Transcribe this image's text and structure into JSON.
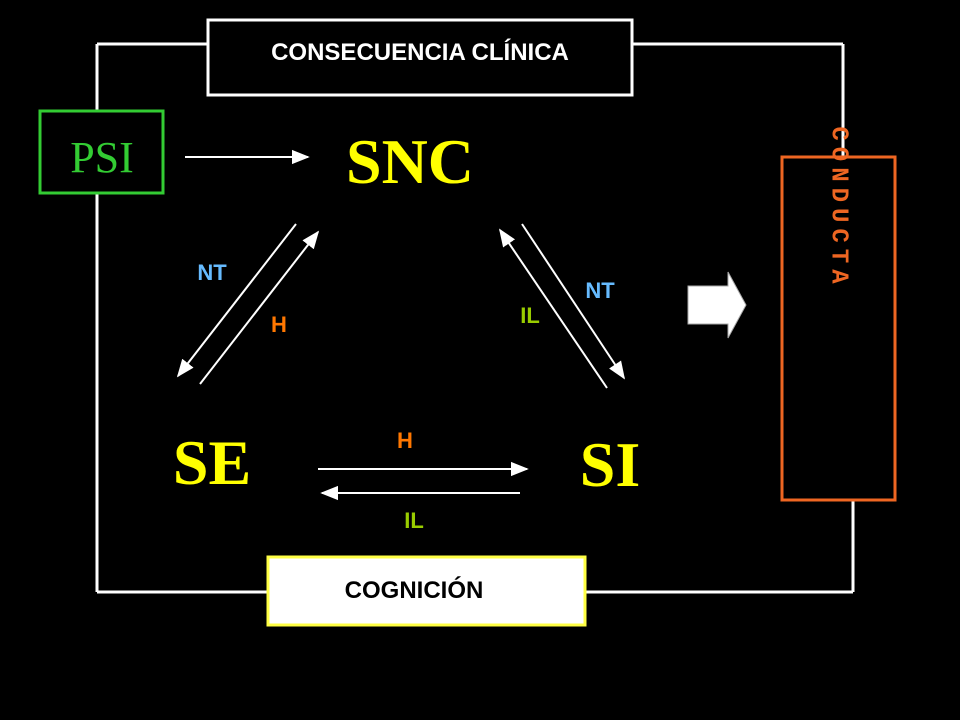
{
  "boxes": {
    "top": "CONSECUENCIA CLÍNICA",
    "bottom": "COGNICIÓN",
    "psi": "PSI",
    "conducta": "CONDUCTA"
  },
  "nodes": {
    "snc": "SNC",
    "se": "SE",
    "si": "SI"
  },
  "edges": {
    "left_nt": "NT",
    "left_h": "H",
    "right_nt": "NT",
    "right_il": "IL",
    "bottom_h": "H",
    "bottom_il": "IL"
  },
  "colors": {
    "background": "#000000",
    "frame": "#ffffff",
    "node_text": "#ffff00",
    "psi_green": "#33cc33",
    "conducta_orange": "#ee6622",
    "nt_blue": "#66bbff",
    "h_orange": "#ff7700",
    "il_green": "#99cc00",
    "cognicion_border": "#ffff44"
  }
}
